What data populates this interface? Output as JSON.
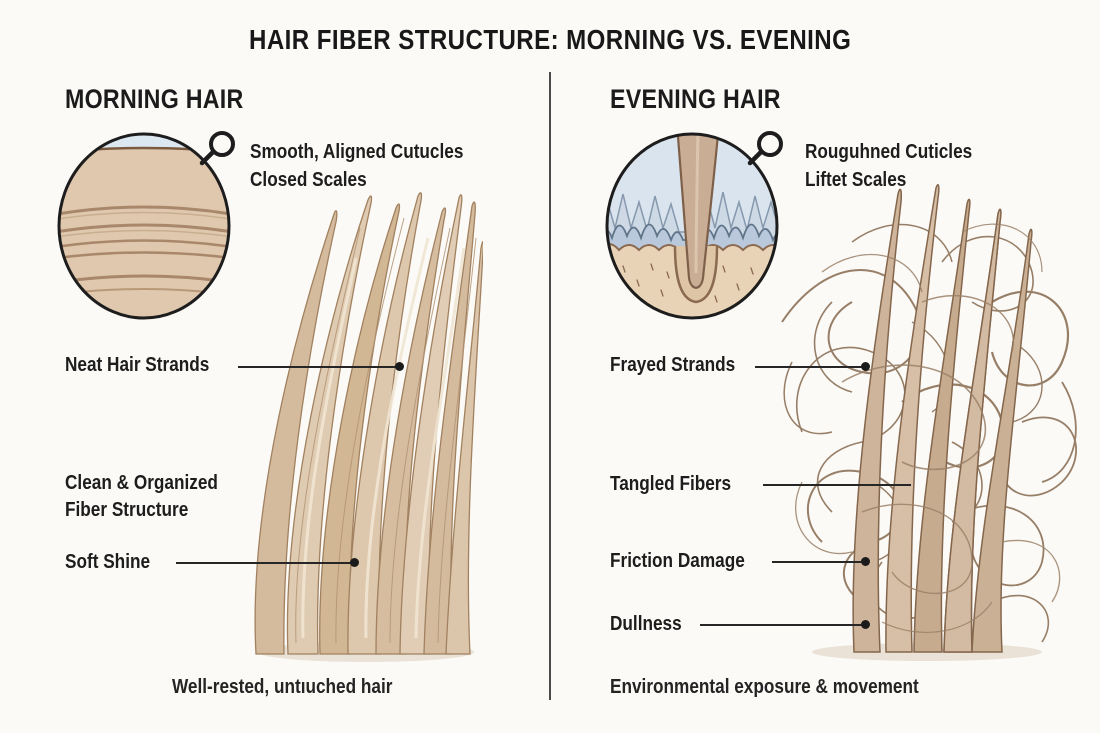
{
  "title": "HAIR FIBER STRUCTURE: MORNING VS. EVENING",
  "panels": {
    "morning": {
      "header": "MORNING HAIR",
      "magnifier_caption": {
        "line1": "Smooth, Aligned Cutucles",
        "line2": "Closed Scales"
      },
      "labels": {
        "neat_strands": "Neat Hair Strands",
        "clean_line1": "Clean & Organized",
        "clean_line2": "Fiber Structure",
        "soft_shine": "Soft Shine"
      },
      "caption": "Well-rested, untıuched hair"
    },
    "evening": {
      "header": "EVENING HAIR",
      "magnifier_caption": {
        "line1": "Rouguhned Cuticles",
        "line2": "Liftet Scales"
      },
      "labels": {
        "frayed": "Frayed Strands",
        "tangled": "Tangled Fibers",
        "friction": "Friction Damage",
        "dullness": "Dullness"
      },
      "caption": "Environmental exposure & movement"
    }
  },
  "icons": {
    "morning_magnifier": "magnifier-icon",
    "evening_magnifier": "magnifier-icon"
  },
  "colors": {
    "background": "#fbfaf7",
    "text": "#1c1c1c",
    "divider": "#4a4a4a",
    "smooth_hair_fill": "#d9c3aa",
    "smooth_hair_stroke": "#a1815f",
    "tangled_hair_stroke": "#8d7158",
    "cuticle_smooth_fill": "#dfc8ae",
    "cuticle_rough_bg": "#d9e4ee",
    "scale_blue": "#b9c8da",
    "skin": "#e9d3b6"
  }
}
